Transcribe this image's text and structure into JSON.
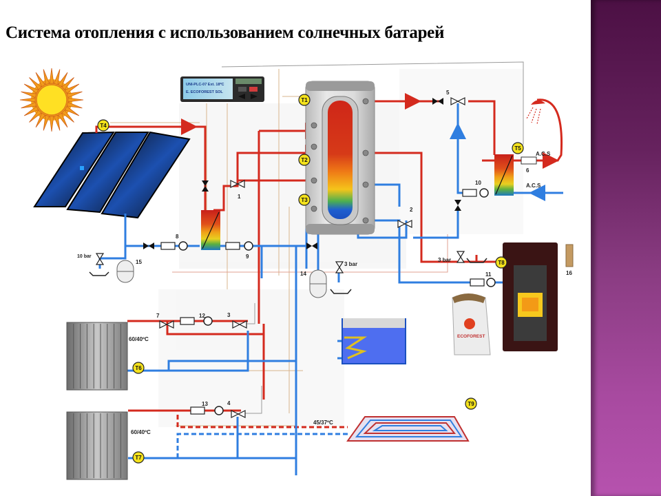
{
  "title": "Система отопления с использованием солнечных батарей",
  "controller": {
    "line1": "UNI-PLC-07 Ext. 18ºC",
    "line2": "E. ECOFOREST SOL"
  },
  "sensors": [
    "T1",
    "T2",
    "T3",
    "T4",
    "T5",
    "T6",
    "T7",
    "T8",
    "T9"
  ],
  "components": {
    "valve_1": "1",
    "valve_2": "2",
    "valve_3": "3",
    "valve_4": "4",
    "valve_5": "5",
    "flow_6": "6",
    "valve_7": "7",
    "pump_8": "8",
    "pump_9": "9",
    "pump_10": "10",
    "pump_11": "11",
    "pump_12": "12",
    "pump_13": "13",
    "tank_14": "14",
    "tank_15": "15",
    "thermostat_16": "16"
  },
  "labels": {
    "acs_out": "A.C.S",
    "acs_in": "A.C.S",
    "relief_10bar": "10 bar",
    "relief_3bar_a": "3 bar",
    "relief_3bar_b": "3 bar",
    "radiator_1_temp": "60/40ºC",
    "radiator_2_temp": "60/40ºC",
    "floor_temp": "45/37ºC",
    "pellet_bag": "ECOFOREST"
  },
  "colors": {
    "hot": "#d42a1e",
    "cold": "#2f7ee0",
    "signal": "#d9b48c",
    "sensor": "#f4e21c",
    "accent_band": "#8a3c82"
  }
}
